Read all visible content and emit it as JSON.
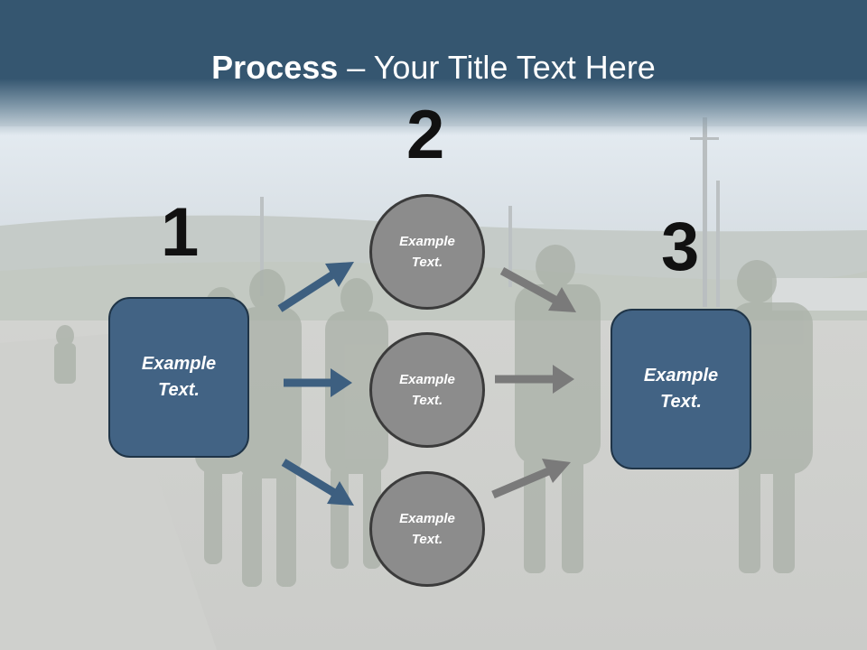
{
  "slide": {
    "title_bold": "Process",
    "title_rest": " – Your Title Text Here",
    "steps": [
      "1",
      "2",
      "3"
    ],
    "left_box": "Example Text.",
    "right_box": "Example Text.",
    "circles": [
      "Example Text.",
      "Example Text.",
      "Example Text."
    ]
  },
  "colors": {
    "header": "#355670",
    "box_fill": "#426384",
    "circle_fill": "#8c8c8c",
    "arrow_blue": "#3d5f80",
    "arrow_gray": "#7a7a7a"
  }
}
